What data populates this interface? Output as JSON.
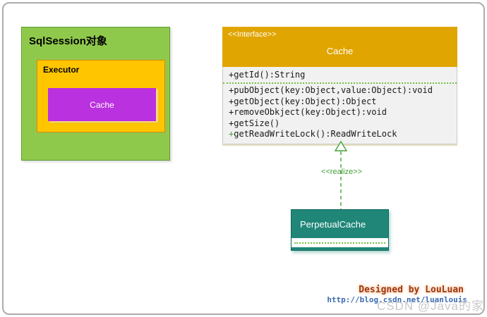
{
  "colors": {
    "sqlsession_green": "#8FC94C",
    "sqlsession_border": "#5F9E32",
    "executor_gold": "#FFC600",
    "executor_border": "#DD8A00",
    "cache_magenta": "#BA31DF",
    "interface_header_gold": "#E0A500",
    "interface_body_gray": "#F1F1F1",
    "perpetual_teal": "#1F8678",
    "connector_green": "#44A038",
    "separator_green": "#76C043",
    "designed_text": "#9C3815",
    "url_blue": "#3B6CB0",
    "watermark_gray": "#BFBFBF"
  },
  "sqlsession_box": {
    "title": "SqlSession对象",
    "executor": {
      "title": "Executor",
      "cache_label": "Cache"
    }
  },
  "interface_box": {
    "stereotype": "<<Interface>>",
    "title": "Cache",
    "attribute": "+getId():String",
    "methods": [
      {
        "signature": "+pubObject(key:Object,value:Object):void",
        "accent_plus": false
      },
      {
        "signature": "+getObject(key:Object):Object",
        "accent_plus": false
      },
      {
        "signature": "+removeObkject(key:Object):void",
        "accent_plus": false
      },
      {
        "signature": "+getSize()",
        "accent_plus": false
      },
      {
        "signature": "+getReadWriteLock():ReadWriteLock",
        "accent_plus": true
      }
    ]
  },
  "connector": {
    "label": "<<realize>>"
  },
  "perpetual_box": {
    "title": "PerpetualCache"
  },
  "footer": {
    "designed_by": "Designed by LouLuan",
    "url": "http://blog.csdn.net/luanlouis",
    "watermark": "CSDN @Java的家"
  }
}
